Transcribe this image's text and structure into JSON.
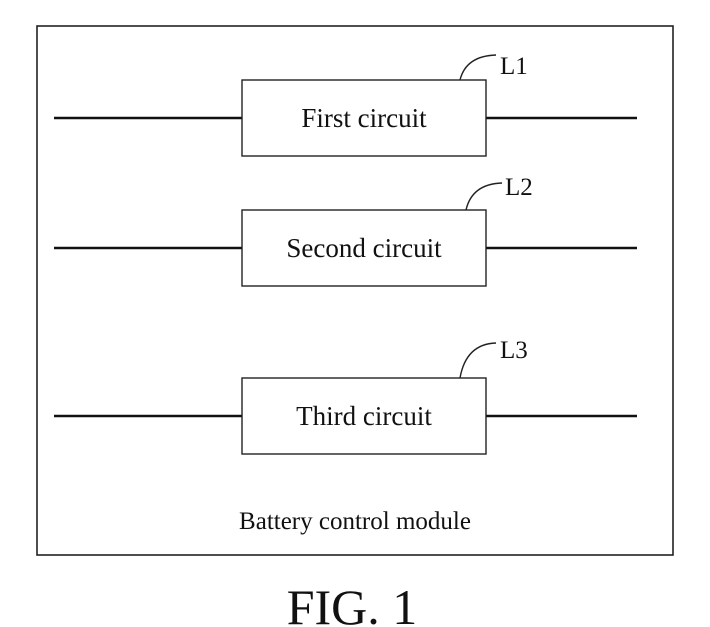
{
  "diagram": {
    "module_label": "Battery control module",
    "figure_label": "FIG. 1",
    "circuits": [
      {
        "ref": "L1",
        "label": "First circuit"
      },
      {
        "ref": "L2",
        "label": "Second circuit"
      },
      {
        "ref": "L3",
        "label": "Third circuit"
      }
    ]
  }
}
